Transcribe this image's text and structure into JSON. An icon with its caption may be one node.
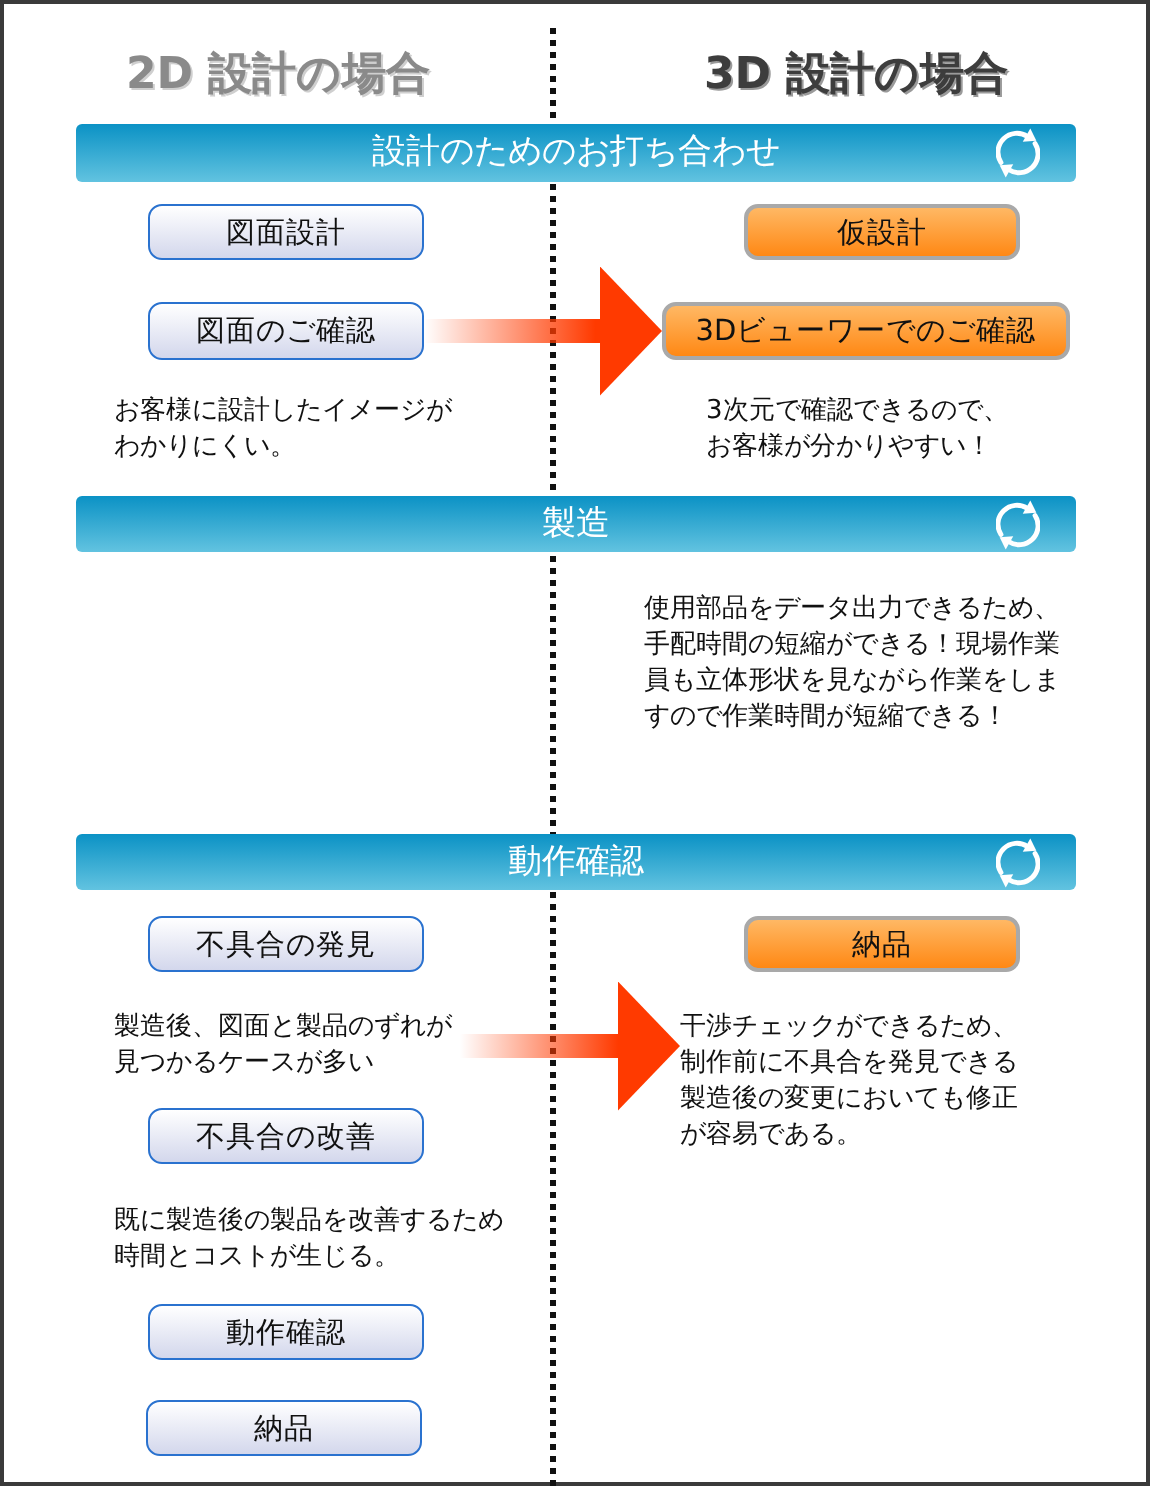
{
  "diagram": {
    "nodes": [
      {
        "text": [
          "設計のためのお打ち合わせ"
        ]
      },
      {
        "text": [
          "図面設計"
        ]
      },
      {
        "text": [
          "仮設計"
        ]
      },
      {
        "text": [
          "図面のご確認"
        ]
      },
      {
        "text": [
          "3Dビューワーでのご確認"
        ]
      },
      {
        "text": [
          "製造"
        ]
      },
      {
        "text": [
          "動作確認"
        ]
      },
      {
        "text": [
          "不具合の発見"
        ]
      },
      {
        "text": [
          "納品"
        ]
      },
      {
        "text": [
          "製造後、図面と製品のずれが見つかるケースが多い"
        ]
      },
      {
        "text": [
          "干渉チェックができるため、制作前に不具合を発見できる製造後の変更においても修正が容易である。"
        ]
      },
      {
        "text": [
          "不具合の改善"
        ]
      },
      {
        "text": [
          "動作確認"
        ]
      },
      {
        "text": [
          "納品"
        ]
      }
    ],
    "edges": [
      {
        "from": 3,
        "to": 4,
        "arrow": "to"
      },
      {
        "from": 9,
        "to": 10,
        "arrow": "to"
      }
    ],
    "labels": [
      "2D 設計の場合",
      "3D 設計の場合",
      "お客様に設計したイメージがわかりにくい。",
      "3次元で確認できるので、お客様が分かりやすい！",
      "使用部品をデータ出力できるため、手配時間の短縮ができる！現場作業員も立体形状を見ながら作業をしますので作業時間が短縮できる！",
      "既に製造後の製品を改善するため時間とコストが生じる。"
    ]
  }
}
